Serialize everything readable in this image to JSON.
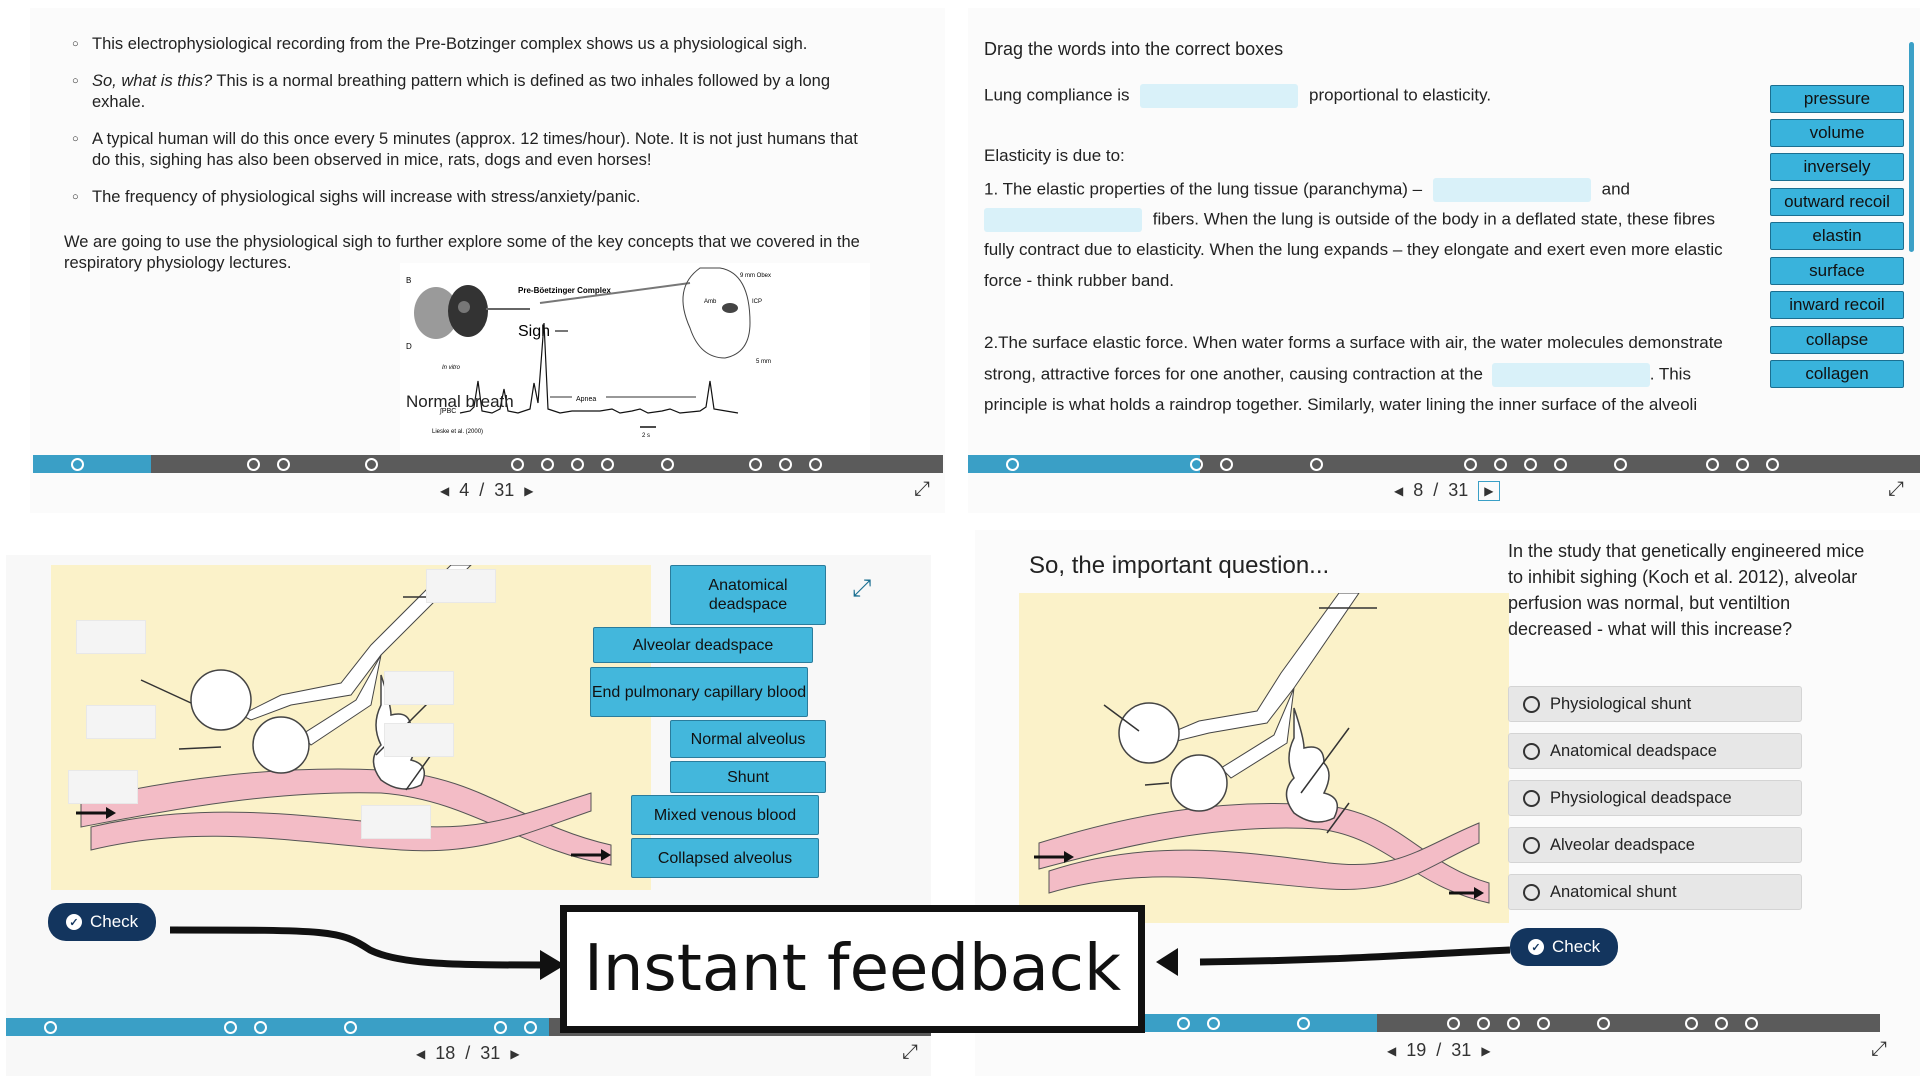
{
  "panel1": {
    "bullets": [
      {
        "text": "This electrophysiological recording from the Pre-Botzinger complex shows us a physiological sigh."
      },
      {
        "italic": "So, what is this?",
        "text": " This is a normal breathing pattern which is defined as two inhales followed by a long exhale."
      },
      {
        "text": "A typical human will do this once every 5 minutes (approx. 12 times/hour). Note. It is not just humans that do this, sighing has also been observed in mice, rats, dogs and even horses!"
      },
      {
        "text": "The frequency of physiological sighs will increase with stress/anxiety/panic."
      }
    ],
    "paragraph": "We are going to use the physiological sigh to further explore some of the key concepts that we covered in the respiratory physiology lectures.",
    "figure": {
      "label_b": "B",
      "label_d": "D",
      "pre_botz": "Pre-Böetzinger Complex",
      "sigh": "Sigh",
      "normal_breath": "Normal breath",
      "in_vitro": "In vitro",
      "pbc": "∫PBC",
      "apnea": "Apnea",
      "citation": "Lieske et al. (2000)",
      "scale": "2 s",
      "obex": "9 mm Obex",
      "icp": "ICP",
      "amb": "Amb",
      "scale2": "5 mm"
    },
    "pager": {
      "current": "4",
      "sep": "/",
      "total": "31"
    }
  },
  "panel2": {
    "title": "Drag the words into the correct boxes",
    "line1_a": "Lung compliance is",
    "line1_b": "proportional to elasticity.",
    "elastic_heading": "Elasticity is due to:",
    "item1_a": "1. The elastic properties of the lung tissue (paranchyma) –",
    "item1_b": "and",
    "item1_c": "fibers. When the lung is outside of the body in a deflated state, these fibres",
    "item1_d": "fully contract due to elasticity. When the lung expands – they elongate and exert even more elastic",
    "item1_e": "force - think rubber band.",
    "item2_a": "2.The surface elastic force. When water forms a surface with air, the water molecules demonstrate",
    "item2_b": "strong, attractive forces for one another, causing contraction at the",
    "item2_c": ". This",
    "item2_d": "principle is what holds a raindrop together. Similarly, water lining the inner surface of the alveoli",
    "words": [
      "pressure",
      "volume",
      "inversely",
      "outward recoil",
      "elastin",
      "surface",
      "inward recoil",
      "collapse",
      "collagen"
    ],
    "pager": {
      "current": "8",
      "sep": "/",
      "total": "31"
    }
  },
  "panel3": {
    "labels": [
      "Anatomical deadspace",
      "Alveolar deadspace",
      "End pulmonary capillary blood",
      "Normal alveolus",
      "Shunt",
      "Mixed venous blood",
      "Collapsed alveolus"
    ],
    "check_label": "Check",
    "pager": {
      "current": "18",
      "sep": "/",
      "total": "31"
    }
  },
  "panel4": {
    "heading": "So, the important question...",
    "question": "In the study that genetically engineered mice to inhibit sighing (Koch et al. 2012), alveolar perfusion was normal, but ventiltion decreased - what will this increase?",
    "options": [
      "Physiological shunt",
      "Anatomical deadspace",
      "Physiological deadspace",
      "Alveolar deadspace",
      "Anatomical shunt"
    ],
    "check_label": "Check",
    "pager": {
      "current": "19",
      "sep": "/",
      "total": "31"
    }
  },
  "feedback": "Instant feedback",
  "colors": {
    "accent": "#3a9fc6",
    "button": "#13355e",
    "label": "#43b7dc",
    "blank": "#d9f1f9",
    "diagram_bg": "#fbf2c9",
    "vessel": "#f3bcc6"
  }
}
